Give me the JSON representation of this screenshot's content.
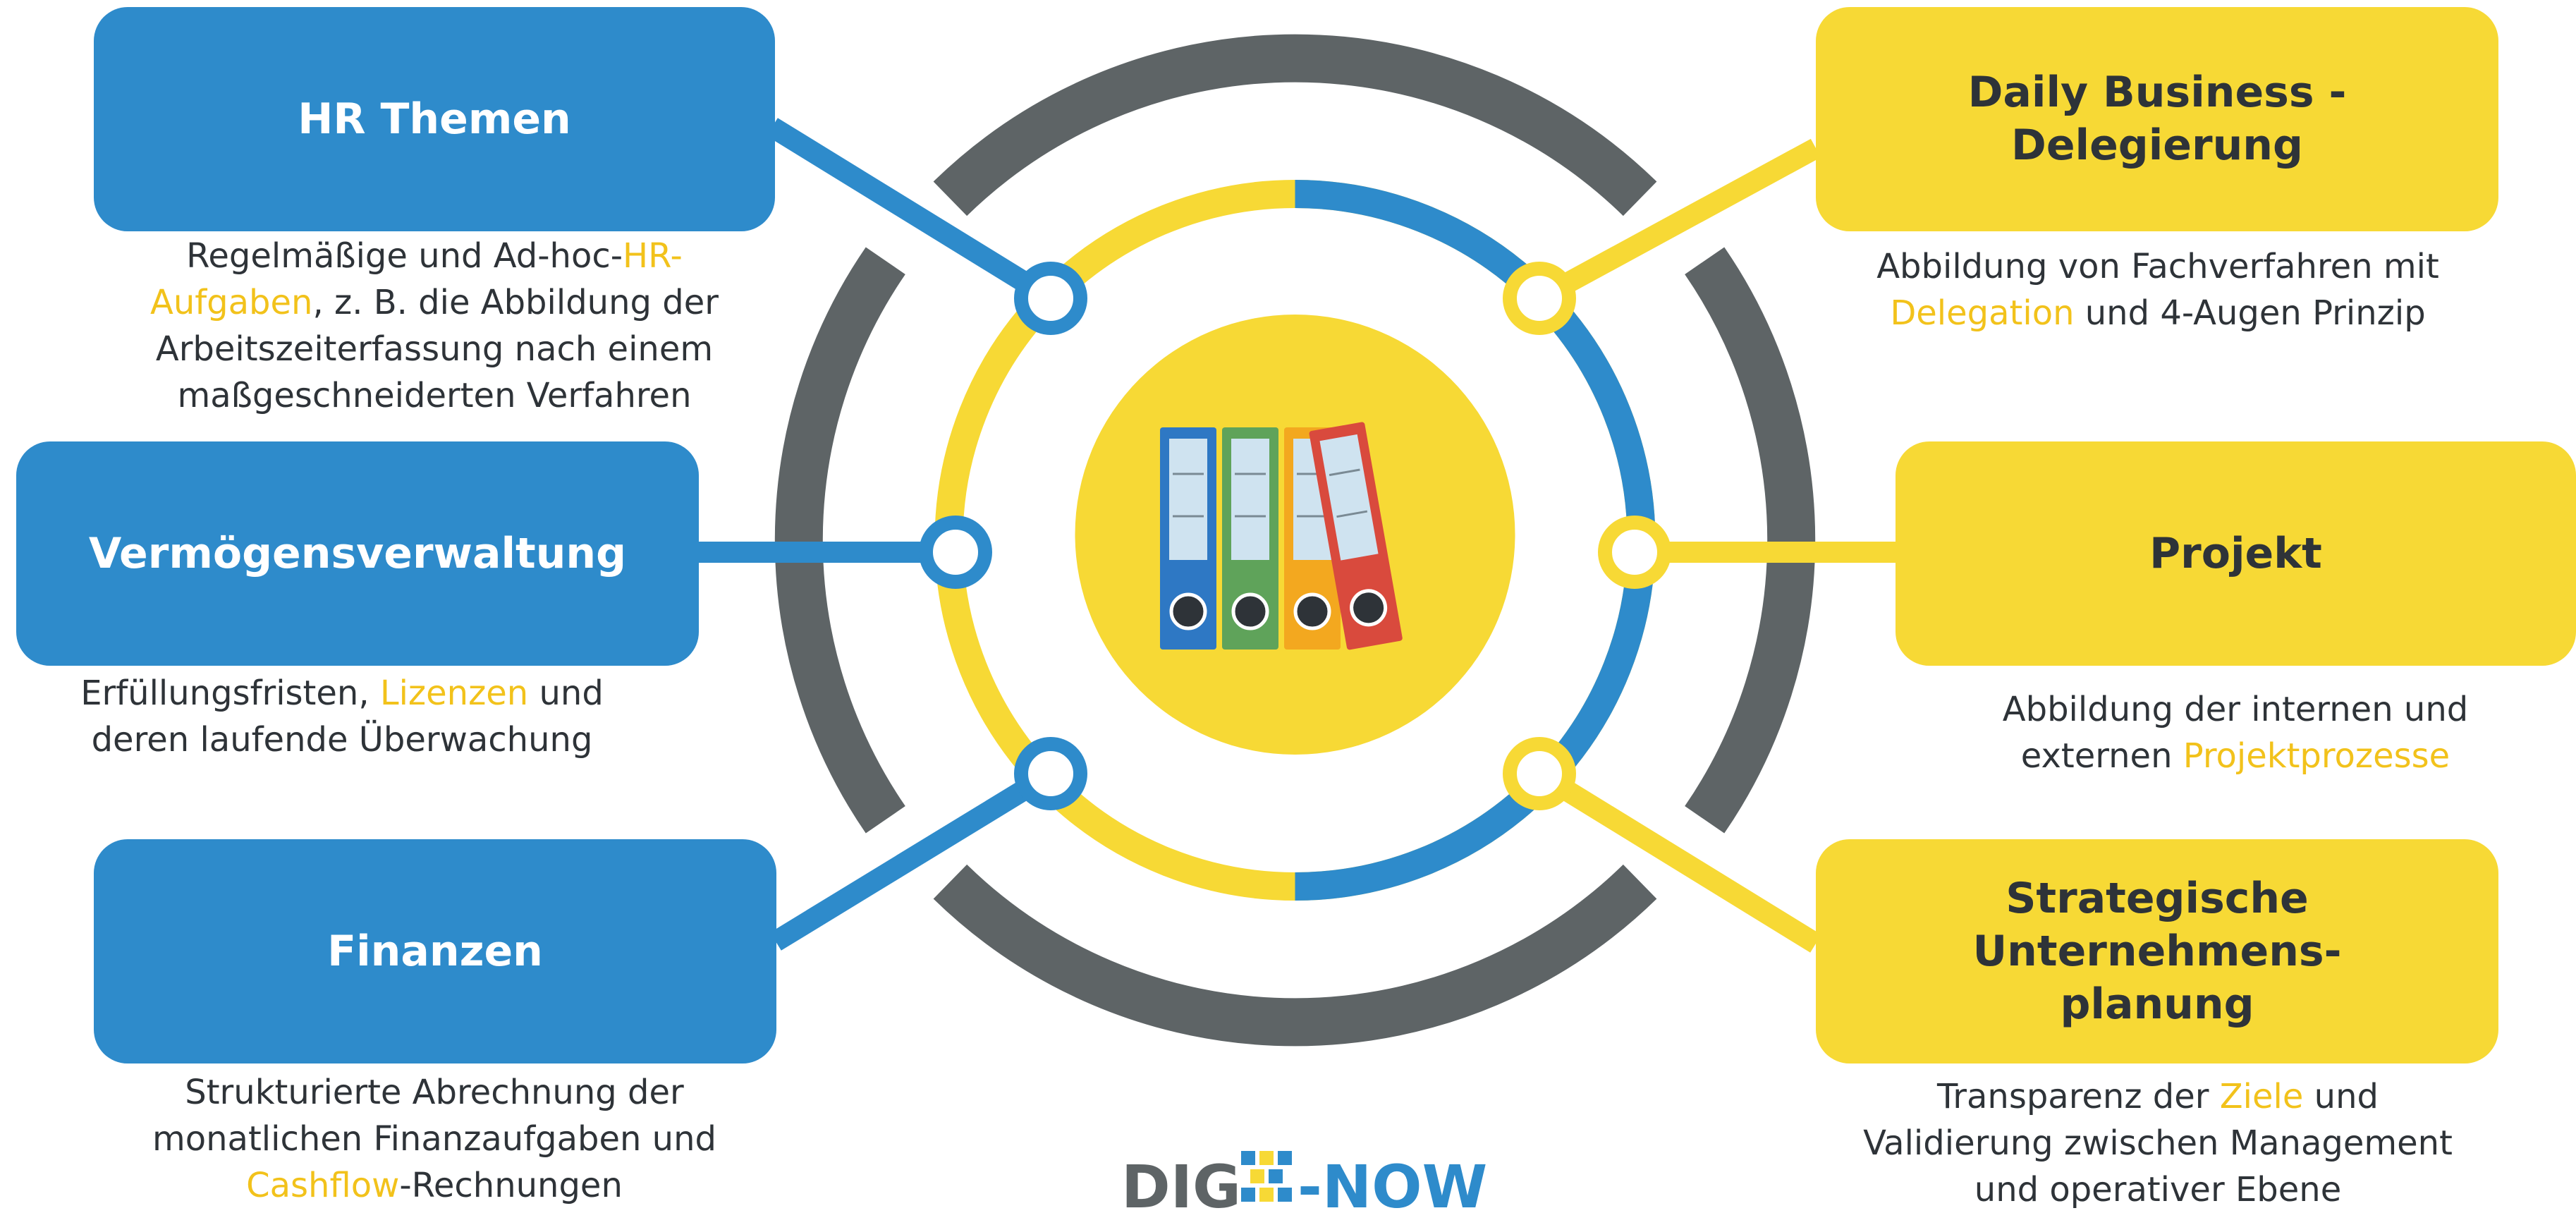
{
  "colors": {
    "blue": "#2e8bcb",
    "yellow": "#f7d935",
    "gray": "#5e6466",
    "text_dark": "#2e3338",
    "highlight": "#f2c21b"
  },
  "center_icon": "folder-binders-icon",
  "left": [
    {
      "title": [
        "HR Themen"
      ],
      "description": [
        [
          {
            "t": "Regelmäßige und Ad-hoc-"
          },
          {
            "t": "HR-",
            "hl": true
          }
        ],
        [
          {
            "t": "Aufgaben",
            "hl": true
          },
          {
            "t": ", z. B. die Abbildung der"
          }
        ],
        [
          {
            "t": "Arbeitszeiterfassung nach einem"
          }
        ],
        [
          {
            "t": "maßgeschneiderten Verfahren"
          }
        ]
      ]
    },
    {
      "title": [
        "Vermögensverwaltung"
      ],
      "description": [
        [
          {
            "t": "Erfüllungsfristen, "
          },
          {
            "t": "Lizenzen",
            "hl": true
          },
          {
            "t": " und"
          }
        ],
        [
          {
            "t": "deren laufende Überwachung"
          }
        ]
      ]
    },
    {
      "title": [
        "Finanzen"
      ],
      "description": [
        [
          {
            "t": "Strukturierte Abrechnung der"
          }
        ],
        [
          {
            "t": "monatlichen Finanzaufgaben und"
          }
        ],
        [
          {
            "t": "Cashflow",
            "hl": true
          },
          {
            "t": "-Rechnungen"
          }
        ]
      ]
    }
  ],
  "right": [
    {
      "title": [
        "Daily Business -",
        "Delegierung"
      ],
      "description": [
        [
          {
            "t": "Abbildung von Fachverfahren mit"
          }
        ],
        [
          {
            "t": "Delegation",
            "hl": true
          },
          {
            "t": " und 4-Augen Prinzip"
          }
        ]
      ]
    },
    {
      "title": [
        "Projekt"
      ],
      "description": [
        [
          {
            "t": "Abbildung der internen und"
          }
        ],
        [
          {
            "t": "externen "
          },
          {
            "t": "Projektprozesse",
            "hl": true
          }
        ]
      ]
    },
    {
      "title": [
        "Strategische",
        "Unternehmens-",
        "planung"
      ],
      "description": [
        [
          {
            "t": "Transparenz der "
          },
          {
            "t": "Ziele",
            "hl": true
          },
          {
            "t": " und"
          }
        ],
        [
          {
            "t": "Validierung zwischen Management"
          }
        ],
        [
          {
            "t": "und operativer Ebene"
          }
        ]
      ]
    }
  ],
  "logo": {
    "part1": "DIG",
    "part2": "-NOW"
  }
}
